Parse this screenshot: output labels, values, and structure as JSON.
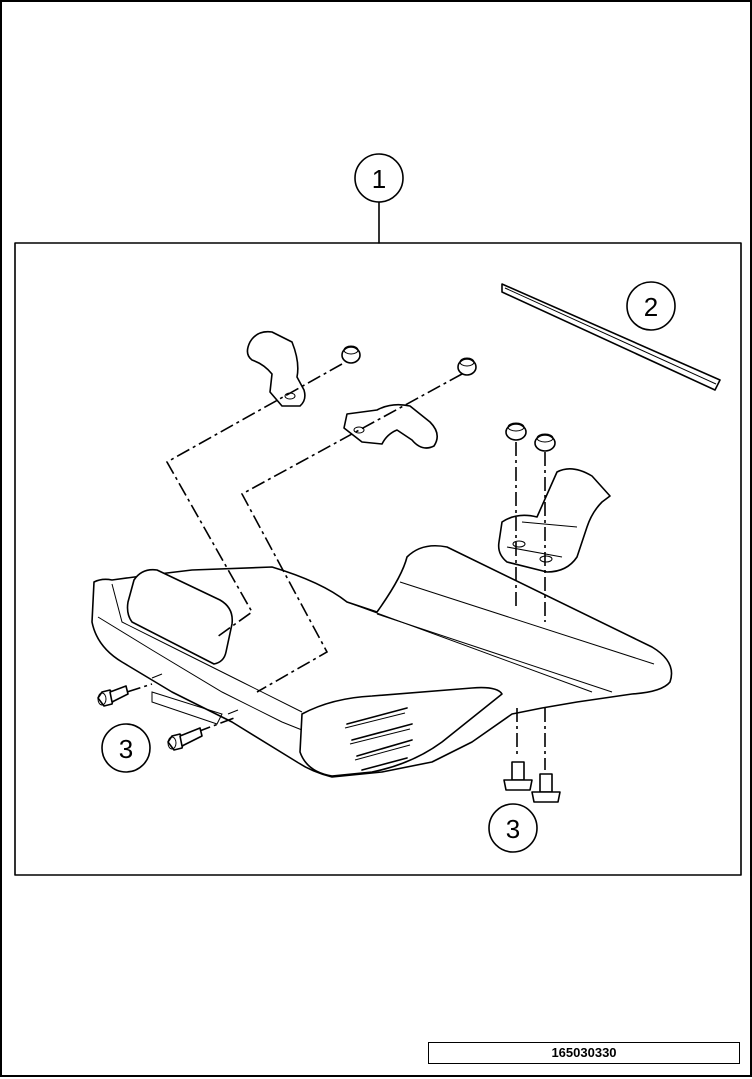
{
  "drawing_number": "165030330",
  "callouts": [
    {
      "id": "callout-1",
      "label": "1"
    },
    {
      "id": "callout-2",
      "label": "2"
    },
    {
      "id": "callout-3a",
      "label": "3"
    },
    {
      "id": "callout-3b",
      "label": "3"
    }
  ],
  "parts": [
    "skid-plate",
    "front-bracket-left",
    "front-bracket-right",
    "rear-bracket",
    "nut",
    "sealing-strip",
    "collar-bolt"
  ]
}
